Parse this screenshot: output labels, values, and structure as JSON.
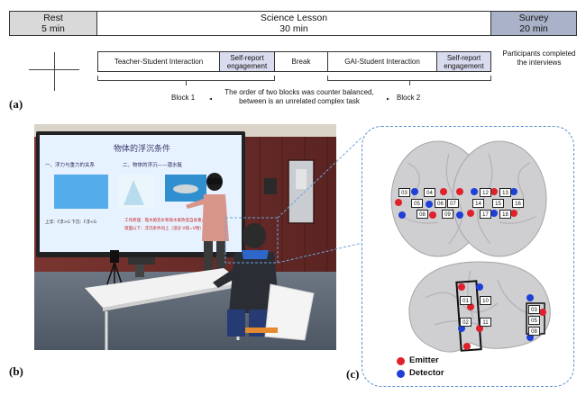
{
  "timeline": {
    "rest": {
      "label": "Rest",
      "duration": "5 min"
    },
    "lesson": {
      "label": "Science Lesson",
      "duration": "30 min"
    },
    "survey": {
      "label": "Survey",
      "duration": "20 min"
    }
  },
  "phases": {
    "teacher": "Teacher-Student Interaction",
    "self_report_1": "Self-report engagement",
    "break": "Break",
    "gai": "GAI-Student Interaction",
    "self_report_2": "Self-report engagement"
  },
  "participants_note": "Participants completed the interviews",
  "blocks": {
    "block1": "Block 1",
    "block2": "Block 2",
    "counterbalance_line1": "The order of two blocks was counter balanced,",
    "counterbalance_line2": "between is an unrelated complex task"
  },
  "panel_labels": {
    "a": "(a)",
    "b": "(b)",
    "c": "(c)"
  },
  "slide": {
    "title": "物体的浮沉条件",
    "heading_1": "一、浮力与重力的关系",
    "heading_2": "二、物体的浮沉——潜水艇",
    "note_line1": "工作原理：靠水舱充水和排水来改变自身重力",
    "note_line2": "液面以下：浮沉条件同上（浸没 V排=V物）",
    "note_line3": "上浮：F浮>G    下沉：F浮<G"
  },
  "brain_top_channels": [
    "03",
    "04",
    "05",
    "06",
    "07",
    "08",
    "09",
    "12",
    "13",
    "14",
    "15",
    "16",
    "17",
    "18"
  ],
  "brain_side_channels": [
    "01",
    "10",
    "02",
    "11",
    "03",
    "05",
    "08"
  ],
  "legend": {
    "emitter": "Emitter",
    "detector": "Detector"
  },
  "colors": {
    "emitter": "#e0202a",
    "detector": "#1f3fd6",
    "survey": "#a9b2c8",
    "rest": "#d9d9d9",
    "self_report": "#d9dbef",
    "dashed": "#5b8fce"
  }
}
